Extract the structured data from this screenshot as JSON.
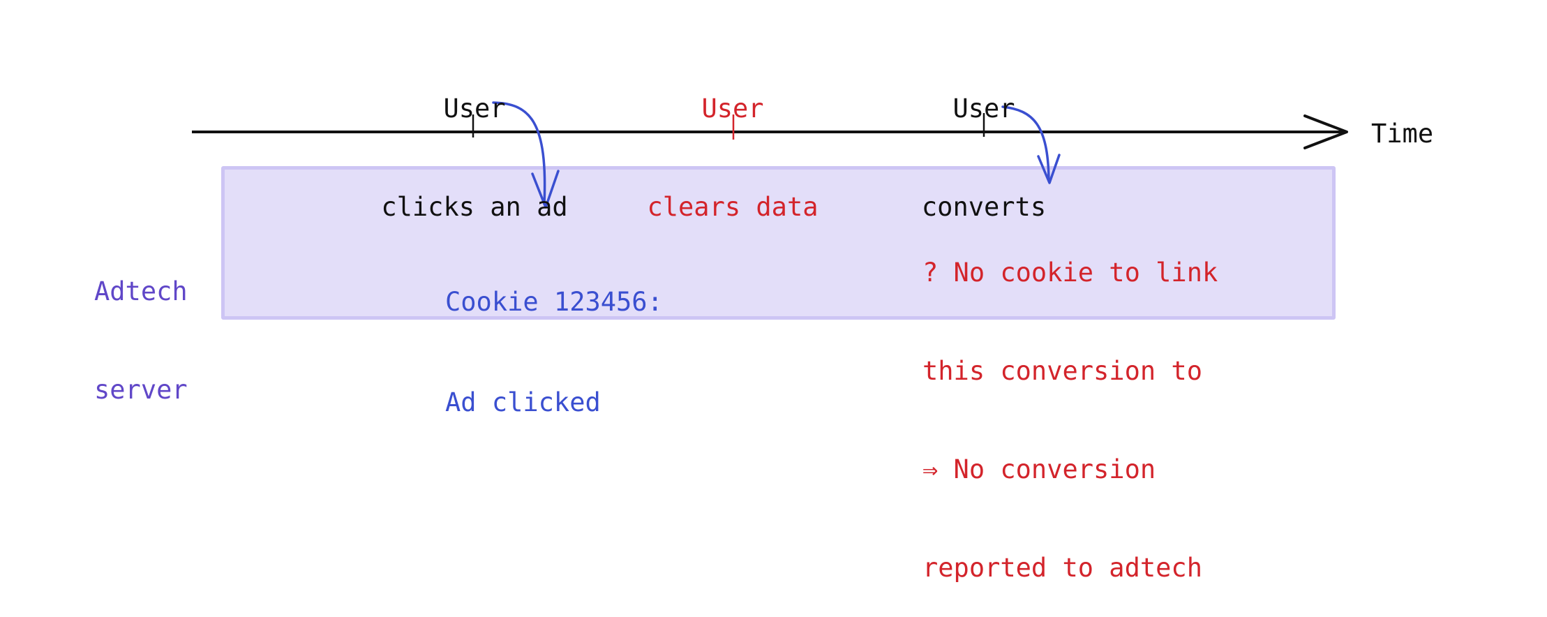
{
  "timeline": {
    "events": {
      "click": {
        "line1": "User",
        "line2": "clicks an ad"
      },
      "clear": {
        "line1": "User",
        "line2": "clears data"
      },
      "convert": {
        "line1": "User",
        "line2": "converts"
      }
    },
    "axis_label": "Time"
  },
  "server": {
    "label_line1": "Adtech",
    "label_line2": "server",
    "cookie_line1": "Cookie 123456:",
    "cookie_line2": "Ad clicked",
    "result_line1": "? No cookie to link",
    "result_line2": "this conversion to",
    "result_line3": "⇒ No conversion",
    "result_line4": "reported to adtech"
  },
  "colors": {
    "black": "#111111",
    "red": "#d3242b",
    "blue": "#3a4fd0",
    "purple": "#6047c8",
    "box_fill": "#e3def9",
    "box_border": "#cdc5f4"
  }
}
